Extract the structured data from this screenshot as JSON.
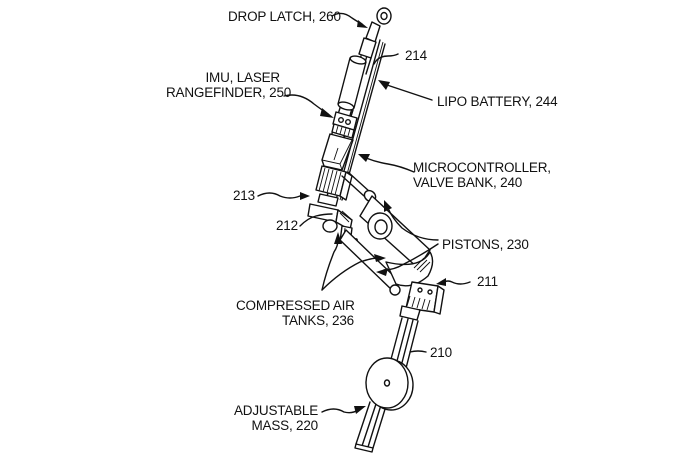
{
  "figure": {
    "type": "patent line drawing",
    "subject": "jumping robot leg assembly"
  },
  "labels": {
    "drop_latch": "DROP LATCH, 260",
    "ref_214": "214",
    "imu_line1": "IMU, LASER",
    "imu_line2": "RANGEFINDER, 250",
    "lipo_battery": "LIPO BATTERY, 244",
    "micro_line1": "MICROCONTROLLER,",
    "micro_line2": "VALVE BANK, 240",
    "ref_213": "213",
    "ref_212": "212",
    "pistons": "PISTONS, 230",
    "ref_211": "211",
    "tanks_line1": "COMPRESSED AIR",
    "tanks_line2": "TANKS, 236",
    "ref_210": "210",
    "mass_line1": "ADJUSTABLE",
    "mass_line2": "MASS, 220"
  },
  "colors": {
    "ink": "#111111",
    "paper": "#ffffff"
  }
}
